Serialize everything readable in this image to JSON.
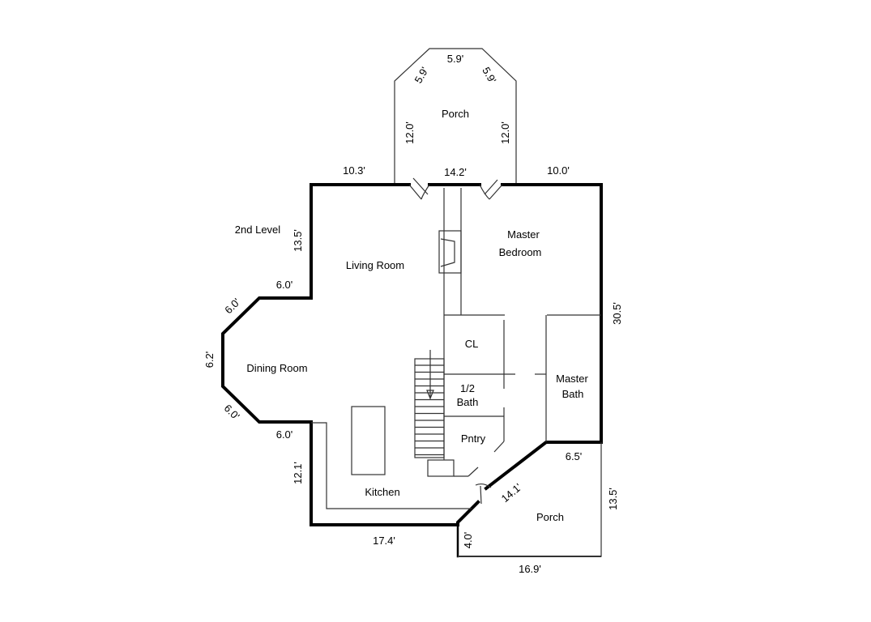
{
  "level_label": "2nd Level",
  "rooms": {
    "porch_top": "Porch",
    "living_room": "Living Room",
    "master_bedroom_1": "Master",
    "master_bedroom_2": "Bedroom",
    "dining_room": "Dining Room",
    "closet": "CL",
    "half_bath_1": "1/2",
    "half_bath_2": "Bath",
    "master_bath_1": "Master",
    "master_bath_2": "Bath",
    "pantry": "Pntry",
    "kitchen": "Kitchen",
    "porch_bottom": "Porch"
  },
  "dimensions": {
    "porch_top_top": "5.9'",
    "porch_top_left_diag": "5.9'",
    "porch_top_right_diag": "5.9'",
    "porch_top_left": "12.0'",
    "porch_top_right": "12.0'",
    "porch_top_base": "14.2'",
    "top_left": "10.3'",
    "top_right": "10.0'",
    "left_upper": "13.5'",
    "bay_top": "6.0'",
    "bay_top_diag": "6.0'",
    "bay_side": "6.2'",
    "bay_bottom_diag": "6.0'",
    "bay_bottom": "6.0'",
    "right_side": "30.5'",
    "kitchen_left": "12.1'",
    "bottom": "17.4'",
    "porch_bottom_step": "4.0'",
    "porch_bottom_top": "6.5'",
    "porch_bottom_diag": "14.1'",
    "porch_bottom_right": "13.5'",
    "porch_bottom_base": "16.9'"
  }
}
